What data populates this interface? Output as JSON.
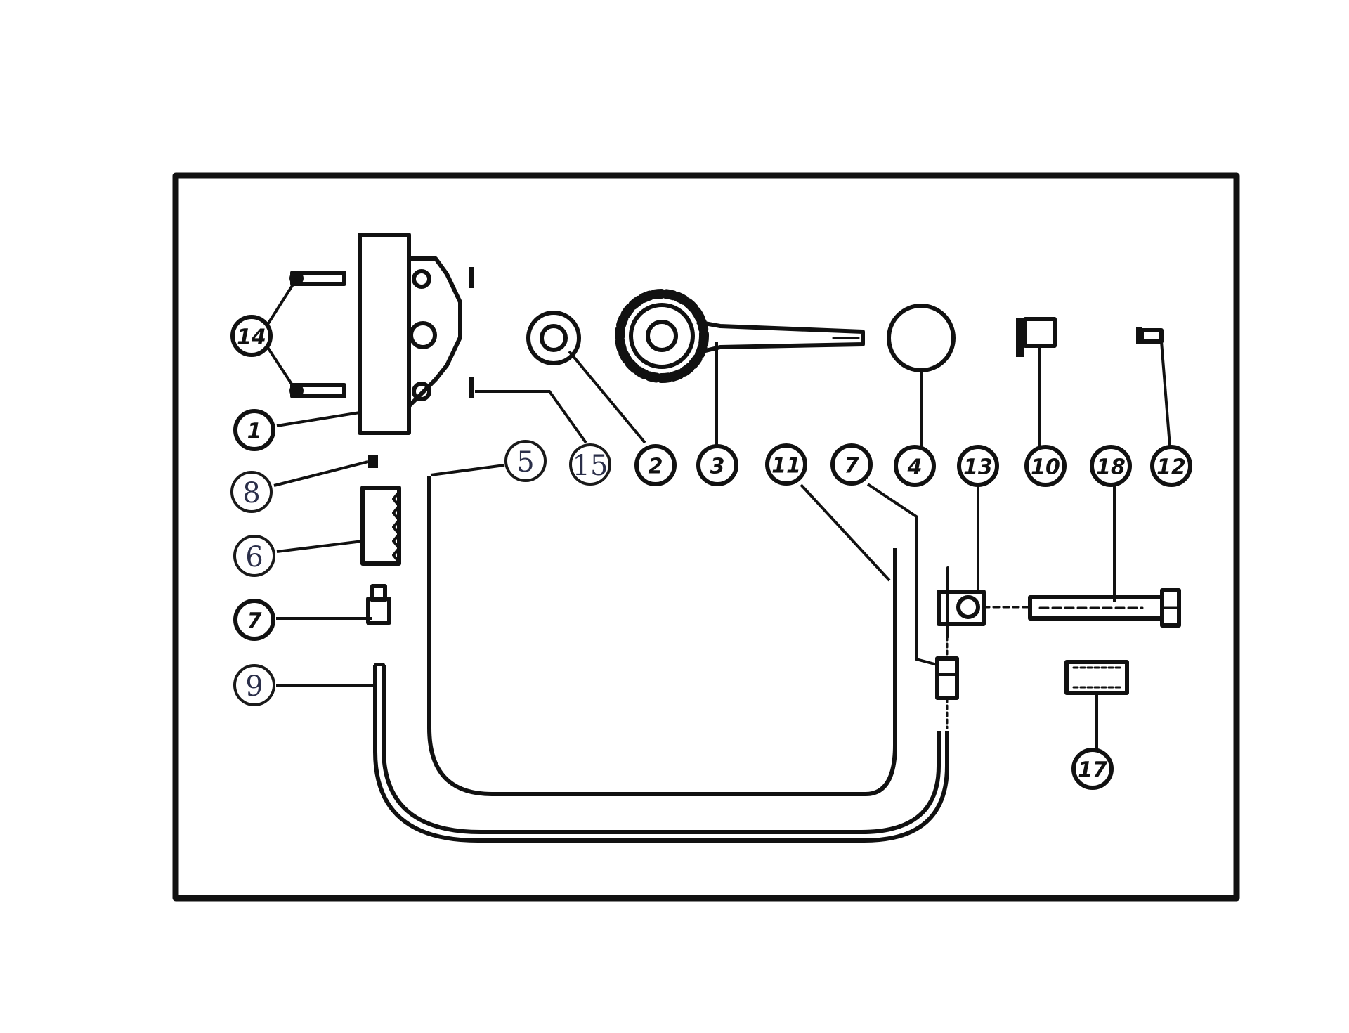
{
  "colors": {
    "ink": "#111111",
    "handwritten_ink": "#2b2f4a",
    "background": "#ffffff"
  },
  "callouts": {
    "c14": "14",
    "c1": "1",
    "c8": "8",
    "c6": "6",
    "c7a": "7",
    "c9": "9",
    "c5": "5",
    "c15": "15",
    "c2": "2",
    "c3": "3",
    "c11": "11",
    "c7b": "7",
    "c4": "4",
    "c13": "13",
    "c10": "10",
    "c18": "18",
    "c12": "12",
    "c17": "17"
  }
}
